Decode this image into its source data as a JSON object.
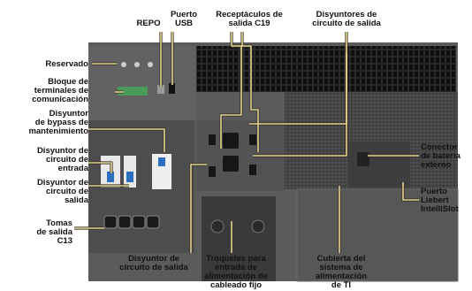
{
  "callouts": {
    "repo": "REPO",
    "usb": "Puerto\nUSB",
    "c19": "Receptáculos de\nsalida C19",
    "breakers_top": "Disyuntores de\ncircuito de salida",
    "reserved": "Reservado",
    "terminal_block": "Bloque de\nterminales de\ncomunicación",
    "bypass_breaker": "Disyuntor\nde bypass de\nmantenimiento",
    "input_breaker": "Disyuntor de\ncircuito de\nentrada",
    "output_breaker_left": "Disyuntor de\ncircuito de\nsalida",
    "c13": "Tomas\nde salida\nC13",
    "output_breaker_bottom": "Disyuntor de\ncircuito de salida",
    "knockouts": "Troqueles para\nentrada de\nalimentación de\ncableado fijo",
    "it_cover": "Cubierta del\nsistema de\nalimentación\nde TI",
    "battery_connector": "Conector\nde batería\nexterno",
    "intellislot": "Puerto\nLiebert\nIntelliSlot"
  },
  "colors": {
    "panel": "#5b5b5b",
    "panel_dark": "#3a3a3a",
    "vent": "#1c1c1c",
    "leader": "#e6d38a",
    "leader_outline": "#333333",
    "terminal_green": "#4a9a5a",
    "breaker_blue": "#2d6fc0"
  }
}
